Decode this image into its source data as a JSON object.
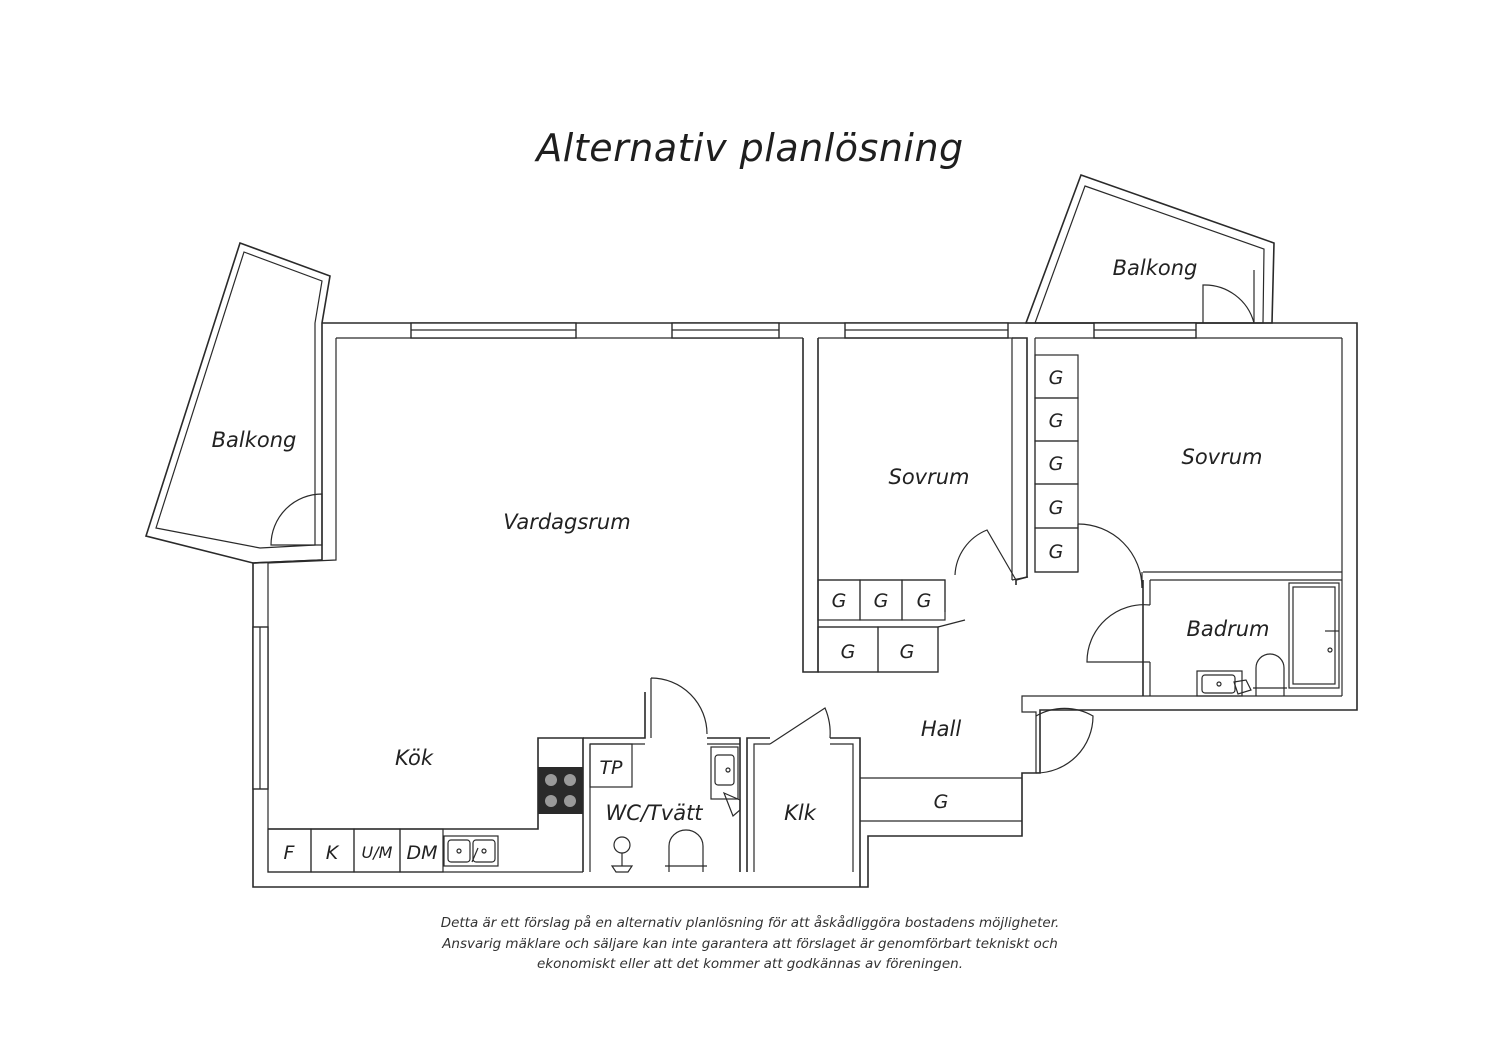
{
  "title": "Alternativ planlösning",
  "rooms": {
    "balcony_left": "Balkong",
    "balcony_right": "Balkong",
    "living": "Vardagsrum",
    "bedroom_1": "Sovrum",
    "bedroom_2": "Sovrum",
    "bathroom": "Badrum",
    "hall": "Hall",
    "kitchen": "Kök",
    "wc": "WC/Tvätt",
    "closet": "Klk"
  },
  "fixtures": {
    "wardrobe": "G",
    "fridge": "F",
    "freezer": "K",
    "oven_microwave": "U/M",
    "dishwasher": "DM",
    "tp": "TP"
  },
  "disclaimer": [
    "Detta är ett förslag på en alternativ planlösning för att åskådliggöra bostadens möjligheter.",
    "Ansvarig mäklare och säljare kan inte garantera att förslaget är genomförbart tekniskt och",
    "ekonomiskt eller att det kommer att godkännas av föreningen."
  ]
}
